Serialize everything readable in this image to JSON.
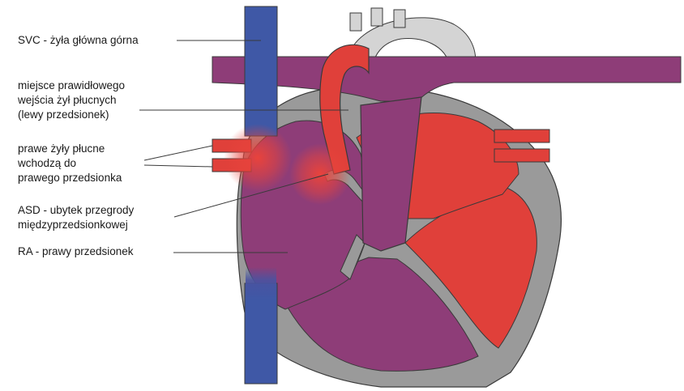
{
  "labels": {
    "svc": "SVC - żyła główna górna",
    "pulmonary_veins_normal": "miejsce prawidłowego\nwejścia żył płucnych\n(lewy przedsionek)",
    "right_pulmonary_veins": "prawe żyły płucne\nwchodzą do\nprawego przedsionka",
    "asd": "ASD - ubytek przegrody\nmiędzyprzedsionkowej",
    "ra": "RA - prawy przedsionek"
  },
  "colors": {
    "venous_blue": "#3f58a6",
    "oxygenated_red": "#e0403a",
    "mixed_purple": "#8e3d78",
    "heart_wall_gray": "#9a9a9a",
    "arch_light_gray": "#d4d4d4",
    "outline": "#3a3a3a"
  }
}
